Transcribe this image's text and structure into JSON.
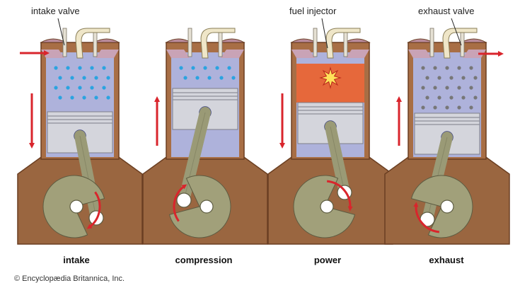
{
  "callouts": {
    "intake_valve": "intake valve",
    "fuel_injector": "fuel injector",
    "exhaust_valve": "exhaust valve"
  },
  "strokes": [
    {
      "label": "intake",
      "piston_direction": "down",
      "gas": "blue droplets"
    },
    {
      "label": "compression",
      "piston_direction": "up",
      "gas": "blue droplets"
    },
    {
      "label": "power",
      "piston_direction": "down",
      "gas": "ignition"
    },
    {
      "label": "exhaust",
      "piston_direction": "up",
      "gas": "gray particles"
    }
  ],
  "copyright": "© Encyclopædia Britannica, Inc.",
  "colors": {
    "block": "#a86e45",
    "block_outline": "#6b3f22",
    "crankcase": "#9a6640",
    "cylinder": "#aeb2db",
    "piston": "#d4d5dc",
    "rod": "#9a9a76",
    "arrow": "#d9252c",
    "fuel": "#2aa3e0",
    "exhaust": "#777777",
    "ignition": "#f05a1e"
  }
}
